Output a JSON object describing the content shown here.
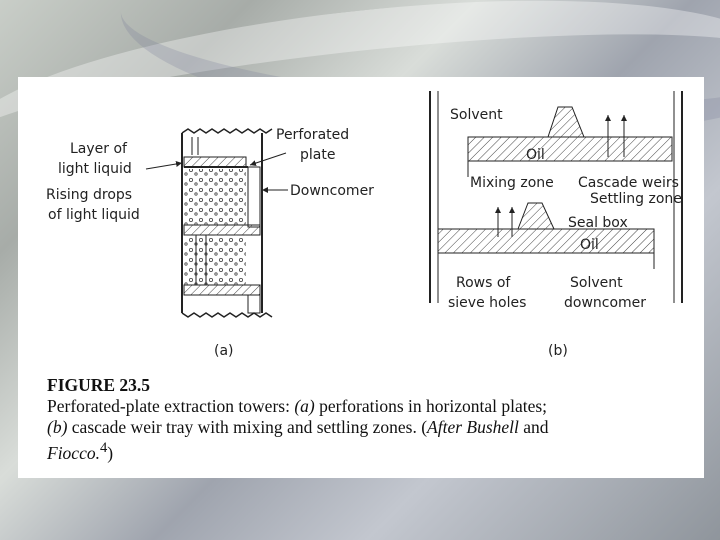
{
  "figure": {
    "left": {
      "labels": {
        "layer": [
          "Layer of",
          "light liquid"
        ],
        "rising": [
          "Rising drops",
          "of light liquid"
        ],
        "perforated": [
          "Perforated",
          "plate"
        ],
        "downcomer": "Downcomer"
      },
      "sublabel": "(a)"
    },
    "right": {
      "labels": {
        "solvent_top": "Solvent",
        "oil_top": "Oil",
        "mixing_zone": "Mixing zone",
        "cascade_weirs": "Cascade weirs",
        "settling_zone": "Settling zone",
        "seal_box": "Seal box",
        "oil_bottom": "Oil",
        "rows_of": [
          "Rows of",
          "sieve holes"
        ],
        "solvent_down": [
          "Solvent",
          "downcomer"
        ]
      },
      "sublabel": "(b)"
    }
  },
  "caption": {
    "title": "FIGURE 23.5",
    "line1": "Perforated-plate extraction towers: ",
    "a_tag": "(a)",
    "line1b": " perforations in horizontal plates;",
    "b_tag": "(b)",
    "line2": " cascade weir tray with mixing and settling zones. (",
    "italic_ref": "After Bushell",
    "and": " and",
    "italic_ref2": "Fiocco.",
    "sup": "4",
    "close": ")"
  }
}
